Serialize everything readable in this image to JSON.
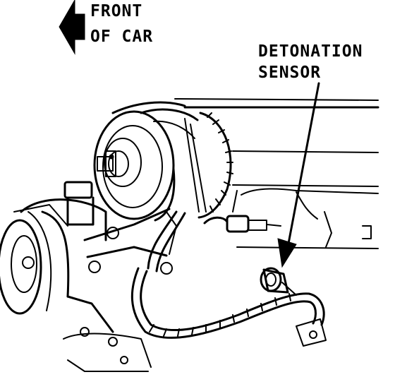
{
  "labels": {
    "front_line1": "FRONT",
    "front_line2": "OF CAR",
    "sensor_line1": "DETONATION",
    "sensor_line2": "SENSOR"
  },
  "colors": {
    "ink": "#000000",
    "paper": "#ffffff"
  },
  "icons": {
    "direction_arrow": "arrow-left-icon",
    "callout_arrow": "arrow-down-icon"
  }
}
